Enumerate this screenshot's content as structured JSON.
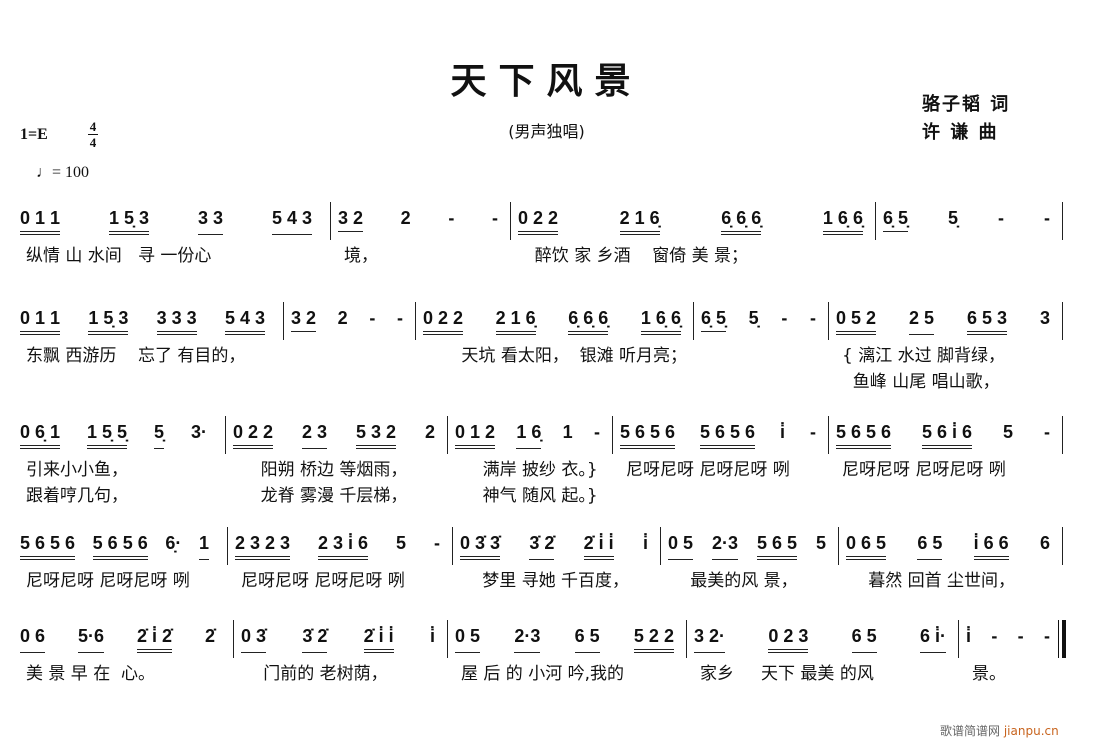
{
  "header": {
    "title": "天下风景",
    "subtitle": "(男声独唱)",
    "lyricist": "骆子韬 词",
    "composer": "许  谦 曲",
    "key": "1=E",
    "time_signature": {
      "top": "4",
      "bottom": "4"
    },
    "tempo": "♩= 100"
  },
  "systems": [
    {
      "measures": [
        {
          "groups": [
            {
              "n": "0 1 1",
              "b": 2
            },
            {
              "n": "1 5̣ 3",
              "b": 2
            },
            {
              "n": "3 3",
              "b": 1
            },
            {
              "n": "5 4 3",
              "b": 1
            }
          ],
          "lyrics": [
            "纵情 山 水间   寻 一份心"
          ]
        },
        {
          "groups": [
            {
              "n": "3 2",
              "b": 1
            },
            {
              "n": "2",
              "b": 0
            },
            {
              "n": "-",
              "b": 0
            },
            {
              "n": "-",
              "b": 0
            }
          ],
          "lyrics": [
            "境，"
          ]
        },
        {
          "groups": [
            {
              "n": "0 2 2",
              "b": 2
            },
            {
              "n": "2 1 6̣",
              "b": 2
            },
            {
              "n": "6̣ 6̣ 6̣",
              "b": 2
            },
            {
              "n": "1 6̣ 6̣",
              "b": 2
            }
          ],
          "lyrics": [
            "  醉饮 家 乡酒    窗倚 美 景；"
          ]
        },
        {
          "groups": [
            {
              "n": "6̣ 5̣",
              "b": 1
            },
            {
              "n": "5̣",
              "b": 0
            },
            {
              "n": "-",
              "b": 0
            },
            {
              "n": "-",
              "b": 0
            }
          ],
          "lyrics": [
            ""
          ]
        }
      ]
    },
    {
      "measures": [
        {
          "groups": [
            {
              "n": "0 1 1",
              "b": 2
            },
            {
              "n": "1 5̣ 3",
              "b": 2
            },
            {
              "n": "3 3 3",
              "b": 2
            },
            {
              "n": "5 4 3",
              "b": 2
            }
          ],
          "lyrics": [
            "东飘 西游历    忘了 有目的，"
          ]
        },
        {
          "groups": [
            {
              "n": "3 2",
              "b": 1
            },
            {
              "n": "2",
              "b": 0
            },
            {
              "n": "-",
              "b": 0
            },
            {
              "n": "-",
              "b": 0
            }
          ],
          "lyrics": [
            ""
          ]
        },
        {
          "groups": [
            {
              "n": "0 2 2",
              "b": 2
            },
            {
              "n": "2 1 6̣",
              "b": 2
            },
            {
              "n": "6̣ 6̣ 6̣",
              "b": 2
            },
            {
              "n": "1 6̣ 6̣",
              "b": 2
            }
          ],
          "lyrics": [
            "      天坑 看太阳，  银滩 听月亮；"
          ]
        },
        {
          "groups": [
            {
              "n": "6̣ 5̣",
              "b": 1
            },
            {
              "n": "5̣",
              "b": 0
            },
            {
              "n": "-",
              "b": 0
            },
            {
              "n": "-",
              "b": 0
            }
          ],
          "lyrics": [
            ""
          ]
        },
        {
          "groups": [
            {
              "n": "0 5 2",
              "b": 2
            },
            {
              "n": "2 5",
              "b": 1
            },
            {
              "n": "6 5 3",
              "b": 2
            },
            {
              "n": "3",
              "b": 0
            }
          ],
          "lyrics": [
            "{ 漓江 水过 脚背绿，",
            "  鱼峰 山尾 唱山歌，"
          ]
        }
      ]
    },
    {
      "measures": [
        {
          "groups": [
            {
              "n": "0 6̣ 1",
              "b": 2
            },
            {
              "n": "1 5̣ 5̣",
              "b": 2
            },
            {
              "n": "5̣",
              "b": 1
            },
            {
              "n": "3·",
              "b": 0
            }
          ],
          "lyrics": [
            "引来小小鱼，",
            "跟着哼几句，"
          ]
        },
        {
          "groups": [
            {
              "n": "0 2 2",
              "b": 2
            },
            {
              "n": "2 3",
              "b": 1
            },
            {
              "n": "5 3 2",
              "b": 2
            },
            {
              "n": "2",
              "b": 0
            }
          ],
          "lyrics": [
            "    阳朔 桥边 等烟雨，",
            "    龙脊 雾漫 千层梯，"
          ]
        },
        {
          "groups": [
            {
              "n": "0 1 2",
              "b": 2
            },
            {
              "n": "1 6̣",
              "b": 1
            },
            {
              "n": "1",
              "b": 0
            },
            {
              "n": "-",
              "b": 0
            }
          ],
          "lyrics": [
            "    满岸 披纱 衣。}",
            "    神气 随风 起。}"
          ]
        },
        {
          "groups": [
            {
              "n": "5 6 5 6",
              "b": 2
            },
            {
              "n": "5 6 5 6",
              "b": 2
            },
            {
              "n": "i̇",
              "b": 0
            },
            {
              "n": "-",
              "b": 0
            }
          ],
          "lyrics": [
            "尼呀尼呀 尼呀尼呀 咧"
          ]
        },
        {
          "groups": [
            {
              "n": "5 6 5 6",
              "b": 2
            },
            {
              "n": "5 6 i̇ 6",
              "b": 2
            },
            {
              "n": "5",
              "b": 0
            },
            {
              "n": "-",
              "b": 0
            }
          ],
          "lyrics": [
            "尼呀尼呀 尼呀尼呀 咧"
          ]
        }
      ]
    },
    {
      "measures": [
        {
          "groups": [
            {
              "n": "5 6 5 6",
              "b": 2
            },
            {
              "n": "5 6 5 6",
              "b": 2
            },
            {
              "n": "6̣·",
              "b": 0
            },
            {
              "n": "1",
              "b": 1
            }
          ],
          "lyrics": [
            "尼呀尼呀 尼呀尼呀 咧"
          ]
        },
        {
          "groups": [
            {
              "n": "2 3 2 3",
              "b": 2
            },
            {
              "n": "2 3 i̇ 6",
              "b": 2
            },
            {
              "n": "5",
              "b": 0
            },
            {
              "n": "-",
              "b": 0
            }
          ],
          "lyrics": [
            "尼呀尼呀 尼呀尼呀 咧"
          ]
        },
        {
          "groups": [
            {
              "n": "0 3̇ 3̇",
              "b": 2
            },
            {
              "n": "3̇ 2̇",
              "b": 1
            },
            {
              "n": "2̇ i̇ i̇",
              "b": 2
            },
            {
              "n": "i̇",
              "b": 0
            }
          ],
          "lyrics": [
            "   梦里 寻她 千百度，"
          ]
        },
        {
          "groups": [
            {
              "n": "0 5",
              "b": 1
            },
            {
              "n": "2·3",
              "b": 1
            },
            {
              "n": "5 6 5",
              "b": 2
            },
            {
              "n": "5",
              "b": 0
            }
          ],
          "lyrics": [
            "   最美的风 景，"
          ]
        },
        {
          "groups": [
            {
              "n": "0 6 5",
              "b": 2
            },
            {
              "n": "6 5",
              "b": 1
            },
            {
              "n": "i̇ 6 6",
              "b": 2
            },
            {
              "n": "6",
              "b": 0
            }
          ],
          "lyrics": [
            "   暮然 回首 尘世间，"
          ]
        }
      ]
    },
    {
      "measures": [
        {
          "groups": [
            {
              "n": "0 6",
              "b": 1
            },
            {
              "n": "5·6",
              "b": 1
            },
            {
              "n": "2̇ i̇ 2̇",
              "b": 2
            },
            {
              "n": "2̇",
              "b": 0
            }
          ],
          "lyrics": [
            "美 景 早 在  心。"
          ]
        },
        {
          "groups": [
            {
              "n": "0 3̇",
              "b": 1
            },
            {
              "n": "3̇ 2̇",
              "b": 1
            },
            {
              "n": "2̇ i̇ i̇",
              "b": 2
            },
            {
              "n": "i̇",
              "b": 0
            }
          ],
          "lyrics": [
            "   门前的 老树荫，"
          ]
        },
        {
          "groups": [
            {
              "n": "0 5",
              "b": 1
            },
            {
              "n": "2·3",
              "b": 1
            },
            {
              "n": "6 5",
              "b": 1
            },
            {
              "n": "5 2 2",
              "b": 2
            }
          ],
          "lyrics": [
            "屋 后 的 小河 吟,我的"
          ]
        },
        {
          "groups": [
            {
              "n": "3 2·",
              "b": 1
            },
            {
              "n": "0 2 3",
              "b": 2
            },
            {
              "n": "6 5",
              "b": 1
            },
            {
              "n": "6 i̇·",
              "b": 1
            }
          ],
          "lyrics": [
            "家乡     天下 最美 的风"
          ]
        },
        {
          "groups": [
            {
              "n": "i̇",
              "b": 0
            },
            {
              "n": "-",
              "b": 0
            },
            {
              "n": "-",
              "b": 0
            },
            {
              "n": "-",
              "b": 0
            }
          ],
          "lyrics": [
            "景。"
          ]
        }
      ]
    }
  ],
  "watermark": {
    "cn": "歌谱简谱网",
    "site": "jianpu.cn"
  }
}
